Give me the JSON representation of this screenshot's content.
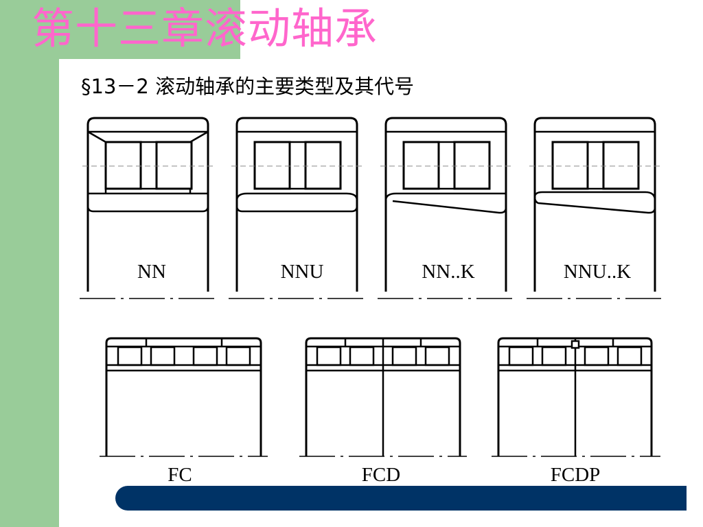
{
  "slide": {
    "chapter_title": "第十三章滚动轴承",
    "section_title": "§13－2 滚动轴承的主要类型及其代号"
  },
  "bearings_top": [
    "NN",
    "NNU",
    "NN..K",
    "NNU..K"
  ],
  "bearings_bottom": [
    "FC",
    "FCD",
    "FCDP"
  ],
  "colors": {
    "green": "#99cc99",
    "title_pink": "#ff66cc",
    "navy": "#003366"
  }
}
